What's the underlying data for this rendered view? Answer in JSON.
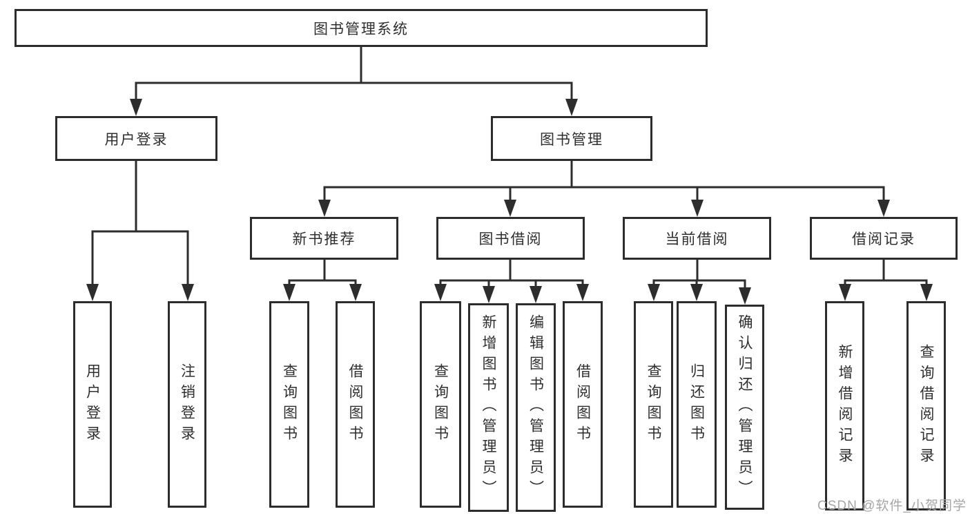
{
  "diagram": {
    "tree": {
      "root": {
        "label": "图书管理系统",
        "children": [
          {
            "label": "用户登录",
            "children": [
              {
                "label": "用户登录"
              },
              {
                "label": "注销登录"
              }
            ]
          },
          {
            "label": "图书管理",
            "children": [
              {
                "label": "新书推荐",
                "children": [
                  {
                    "label": "查询图书"
                  },
                  {
                    "label": "借阅图书"
                  }
                ]
              },
              {
                "label": "图书借阅",
                "children": [
                  {
                    "label": "查询图书"
                  },
                  {
                    "label": "新增图书（管理员）"
                  },
                  {
                    "label": "编辑图书（管理员）"
                  },
                  {
                    "label": "借阅图书"
                  }
                ]
              },
              {
                "label": "当前借阅",
                "children": [
                  {
                    "label": "查询图书"
                  },
                  {
                    "label": "归还图书"
                  },
                  {
                    "label": "确认归还（管理员）"
                  }
                ]
              },
              {
                "label": "借阅记录",
                "children": [
                  {
                    "label": "新增借阅记录"
                  },
                  {
                    "label": "查询借阅记录"
                  }
                ]
              }
            ]
          }
        ]
      }
    },
    "colors": {
      "line": "#2d2d2d",
      "box_border": "#2c2c2c",
      "text": "#2e2e2e",
      "background": "#ffffff",
      "watermark": "#a6a6a6"
    }
  },
  "watermark": {
    "text": "CSDN @软件_小贺同学"
  }
}
